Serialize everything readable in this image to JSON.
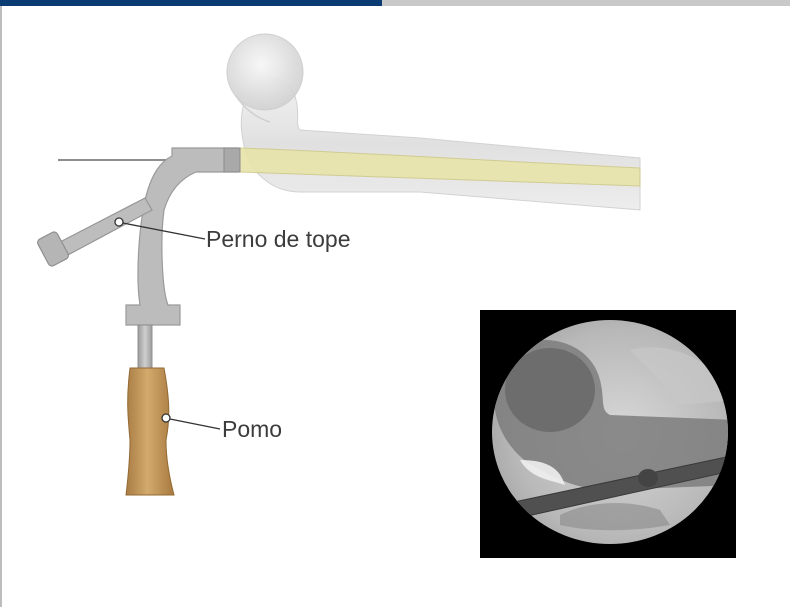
{
  "labels": {
    "stop_bolt": "Perno de tope",
    "knob": "Pomo"
  },
  "colors": {
    "header_primary": "#0b3b73",
    "header_secondary": "#c9c9c9",
    "bone": "#e4e4e4",
    "canal": "#e6e3b0",
    "instrument": "#b8b8b8",
    "handle": "#c49a5e",
    "xray_background": "#000000"
  },
  "icons": [
    "femur-bone-illustration",
    "insertion-handle-illustration",
    "fluoroscopy-image"
  ]
}
